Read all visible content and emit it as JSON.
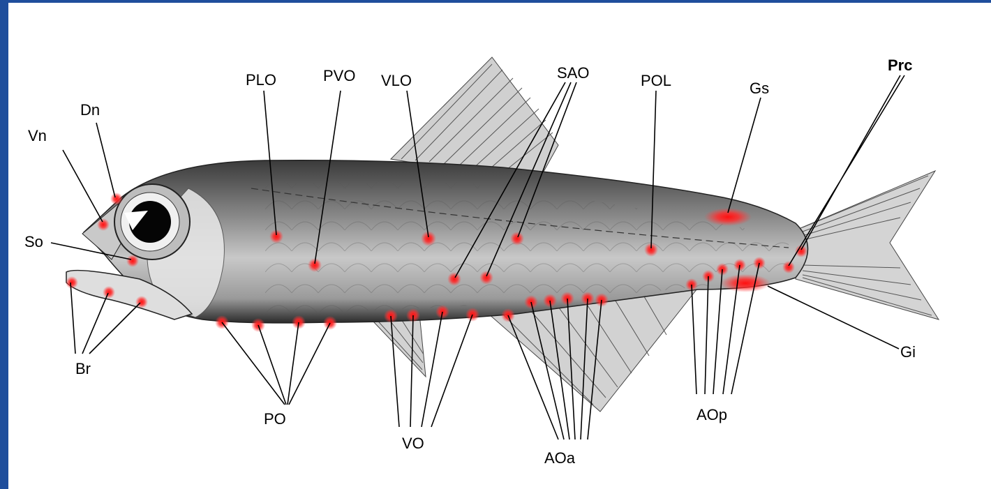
{
  "figure": {
    "title": "",
    "labels": {
      "vn": "Vn",
      "dn": "Dn",
      "so": "So",
      "br": "Br",
      "plo": "PLO",
      "pvo": "PVO",
      "vlo": "VLO",
      "sao": "SAO",
      "pol": "POL",
      "gs": "Gs",
      "prc": "Prc",
      "gi": "Gi",
      "po": "PO",
      "vo": "VO",
      "aoa": "AOa",
      "aop": "AOp"
    }
  },
  "colors": {
    "frame": "#1f4e9c",
    "background": "#ffffff",
    "photophore": "#ff2020",
    "line": "#000000"
  }
}
